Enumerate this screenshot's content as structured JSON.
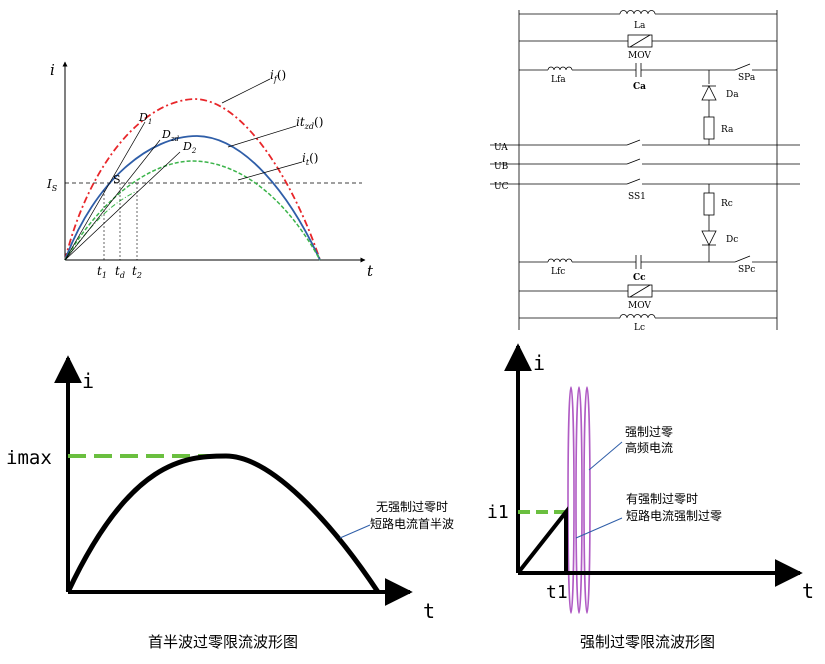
{
  "panel_tl": {
    "y_axis": "i",
    "x_axis": "t",
    "is_label": "I",
    "is_sub": "S",
    "s_point": "S",
    "ticks": [
      {
        "main": "t",
        "sub": "1"
      },
      {
        "main": "t",
        "sub": "d"
      },
      {
        "main": "t",
        "sub": "2"
      }
    ],
    "d_labels": [
      {
        "main": "D",
        "sub": "1"
      },
      {
        "main": "D",
        "sub": "zd"
      },
      {
        "main": "D",
        "sub": "2"
      }
    ],
    "curve_labels": [
      {
        "main": "i",
        "sub": "f",
        "tail": "()"
      },
      {
        "main": "it",
        "sub": "zd",
        "tail": "()"
      },
      {
        "main": "i",
        "sub": "t",
        "tail": "()"
      }
    ],
    "colors": {
      "prospective": "#e8262a",
      "limited": "#2f5ea8",
      "low": "#3cb44b"
    }
  },
  "panel_tr": {
    "inductors": [
      "La",
      "Lfa",
      "Lfc",
      "Lc"
    ],
    "movs": [
      "MOV",
      "MOV"
    ],
    "caps": [
      "Ca",
      "Cc"
    ],
    "diodes": [
      "Da",
      "Dc"
    ],
    "resistors": [
      "Ra",
      "Rc"
    ],
    "switches": [
      "SPa",
      "SPc",
      "SS1"
    ],
    "phases": [
      "UA",
      "UB",
      "UC"
    ]
  },
  "panel_bl": {
    "y_axis": "i",
    "x_axis": "t",
    "imax": "imax",
    "annotation": [
      "无强制过零时",
      "短路电流首半波"
    ],
    "caption": "首半波过零限流波形图",
    "colors": {
      "curve": "#000000",
      "dash": "#6abf3f"
    }
  },
  "panel_br": {
    "y_axis": "i",
    "x_axis": "t",
    "i1": "i1",
    "t1": "t1",
    "annotation_hf": [
      "强制过零",
      "高频电流"
    ],
    "annotation_fz": [
      "有强制过零时",
      "短路电流强制过零"
    ],
    "caption": "强制过零限流波形图",
    "colors": {
      "curve": "#000000",
      "dash": "#6abf3f",
      "hf": "#b05cc4",
      "leader": "#2f5ea8"
    }
  }
}
